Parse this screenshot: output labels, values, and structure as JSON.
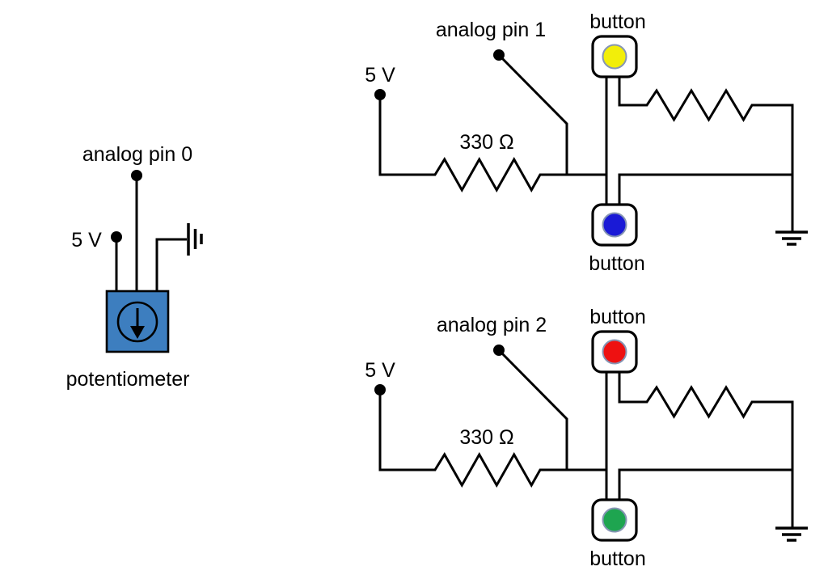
{
  "colors": {
    "wire": "#000000",
    "potentiometer_body": "#3d7ebf",
    "button_yellow": "#f2ee0a",
    "button_blue": "#1a1ad6",
    "button_red": "#ee1111",
    "button_green": "#1ea550"
  },
  "potentiometer_circuit": {
    "analog_pin_label": "analog pin 0",
    "supply_label": "5 V",
    "component_label": "potentiometer"
  },
  "button_circuit_1": {
    "analog_pin_label": "analog pin 1",
    "supply_label": "5 V",
    "resistor_label": "330 Ω",
    "top_button_label": "button",
    "bottom_button_label": "button"
  },
  "button_circuit_2": {
    "analog_pin_label": "analog pin 2",
    "supply_label": "5 V",
    "resistor_label": "330 Ω",
    "top_button_label": "button",
    "bottom_button_label": "button"
  }
}
